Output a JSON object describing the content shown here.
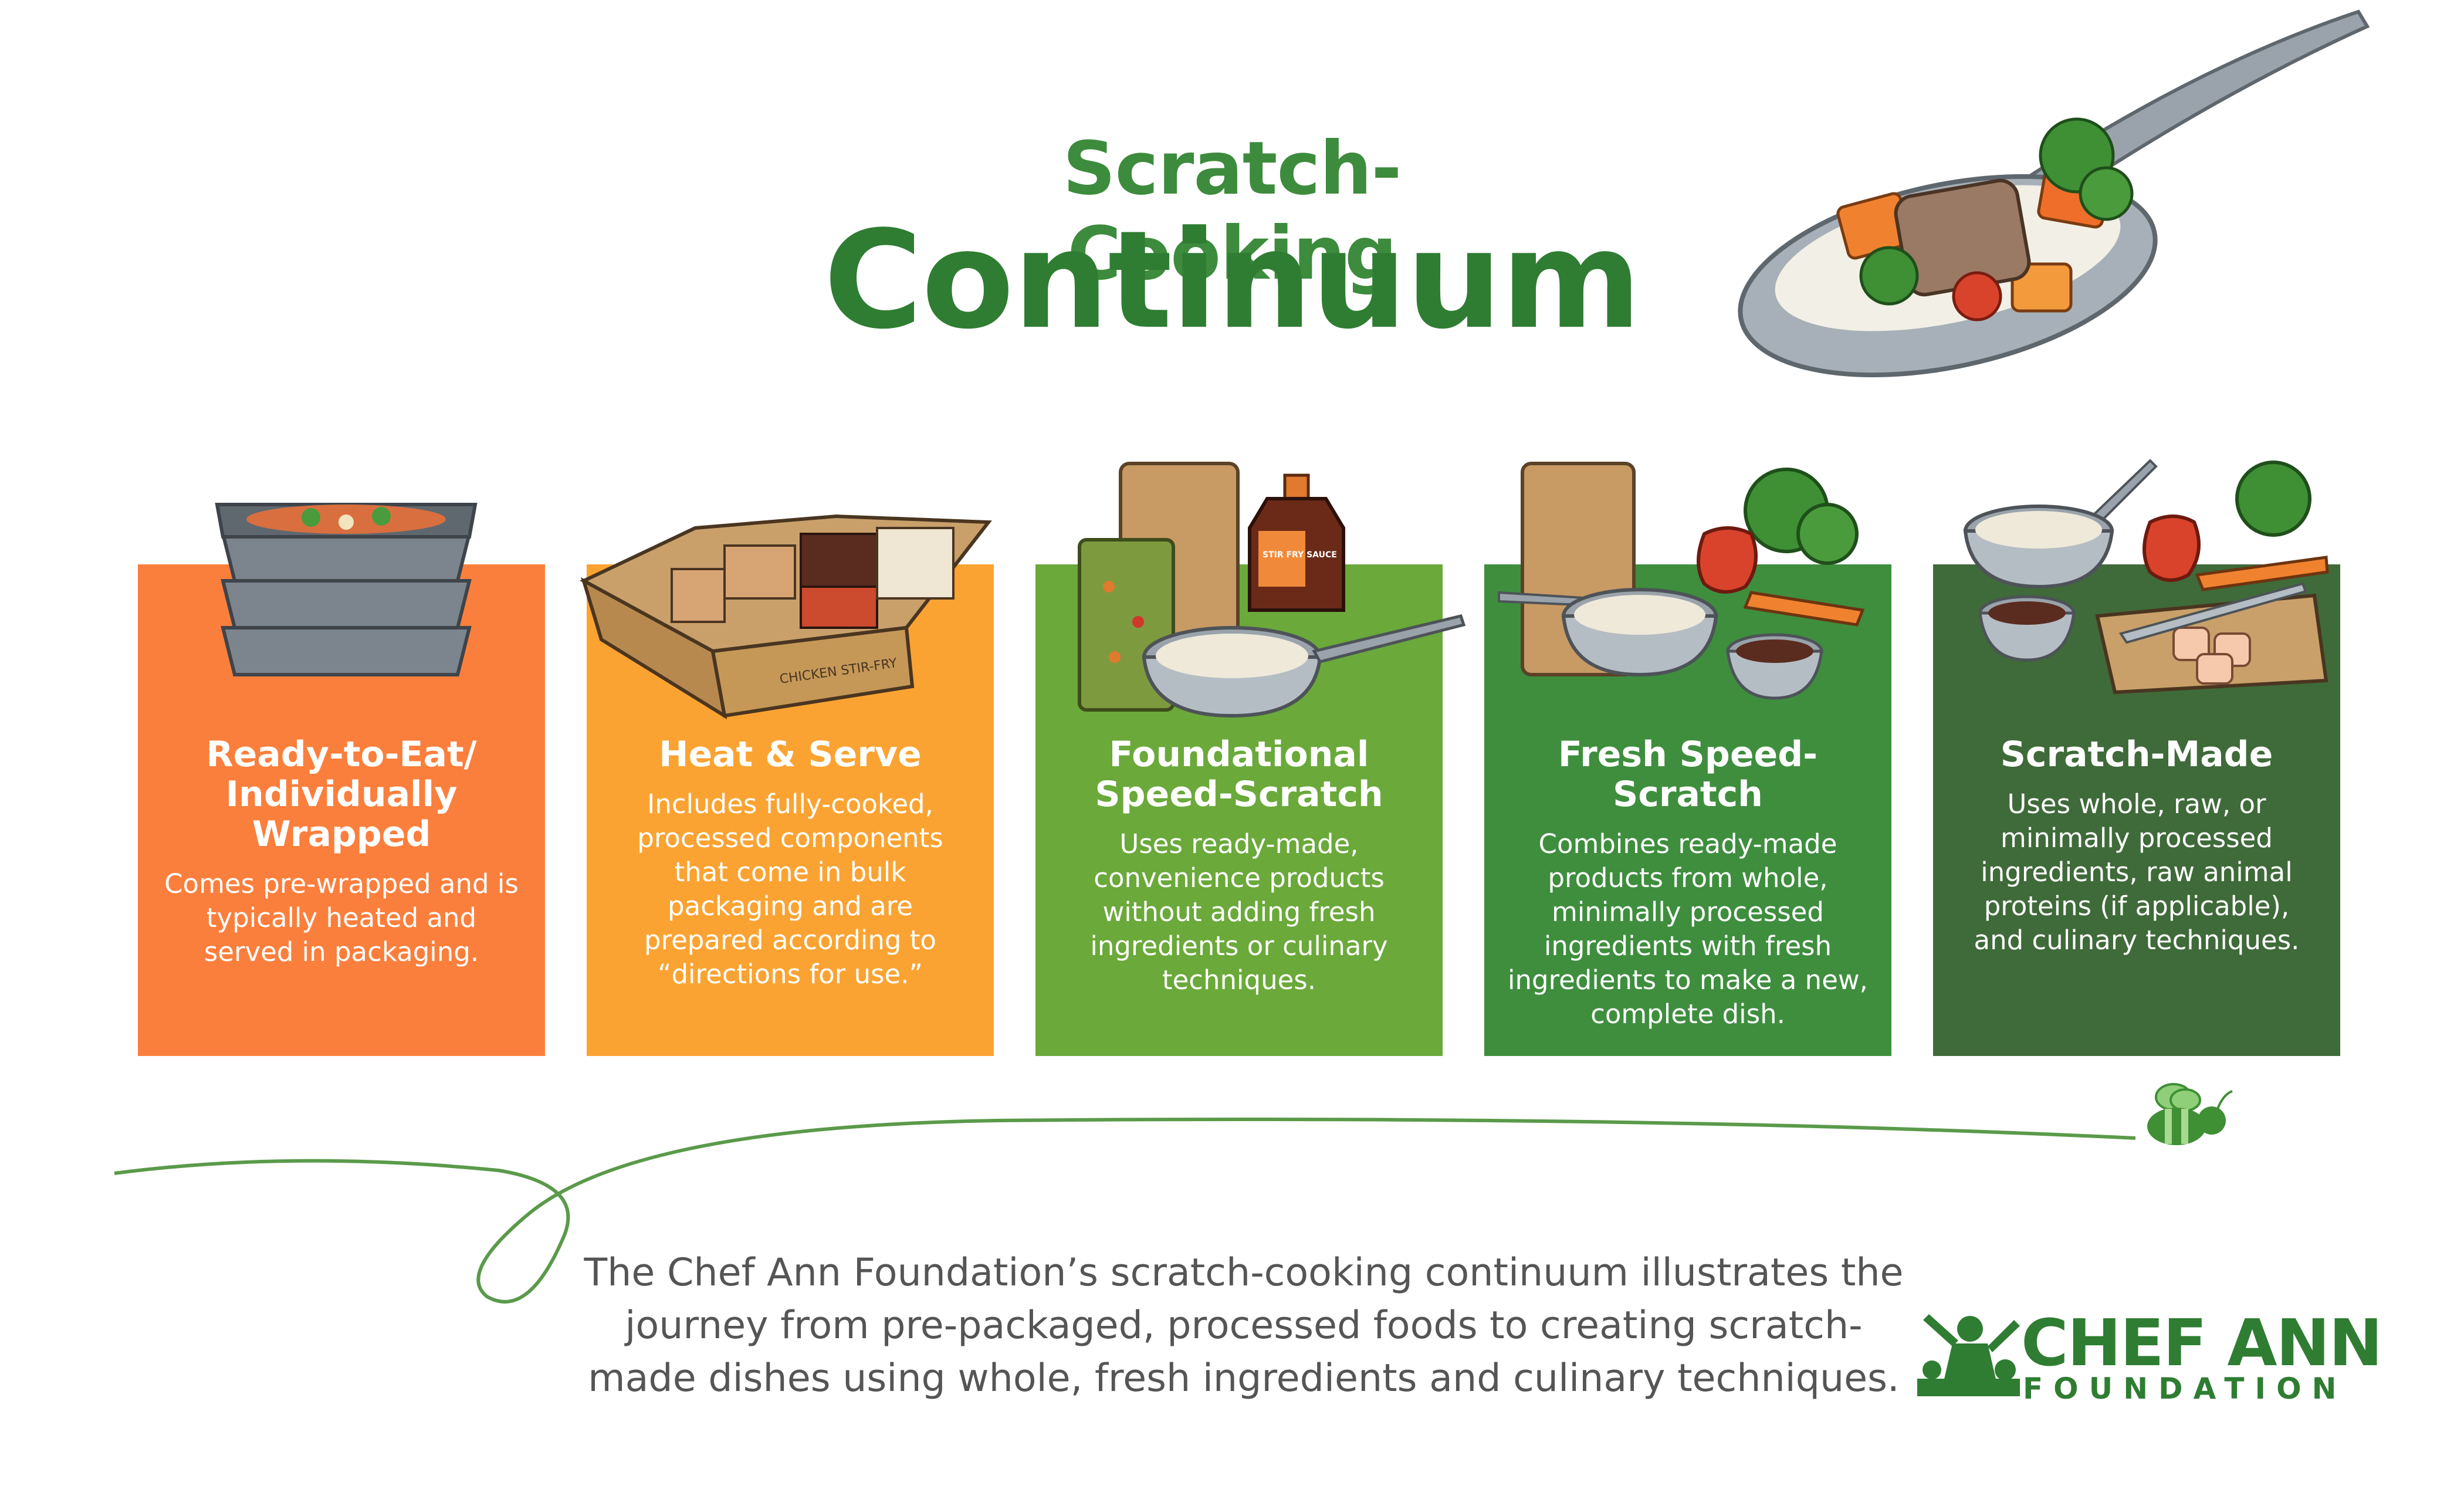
{
  "header": {
    "title_line1": "Scratch-Cooking",
    "title_line2": "Continuum"
  },
  "stages": [
    {
      "title": "Ready-to-Eat/ Individually Wrapped",
      "description": "Comes pre-wrapped and is typically heated and served in packaging.",
      "color": "#fb7f3c",
      "icon": "stacked-trays-icon"
    },
    {
      "title": "Heat & Serve",
      "description": "Includes fully-cooked, processed components that come in bulk packaging and are prepared according to “directions for use.”",
      "color": "#fba332",
      "icon": "bulk-box-icon",
      "box_label": "CHICKEN STIR-FRY"
    },
    {
      "title": "Foundational Speed-Scratch",
      "description": "Uses ready-made, convenience products without adding fresh ingredients or culinary techniques.",
      "color": "#6aa93a",
      "icon": "convenience-products-icon",
      "bottle_label": "STIR FRY SAUCE"
    },
    {
      "title": "Fresh Speed-Scratch",
      "description": "Combines ready-made products from whole, minimally processed ingredients with fresh ingredients to make a new, complete dish.",
      "color": "#3e8e3e",
      "icon": "fresh-ingredients-icon"
    },
    {
      "title": "Scratch-Made",
      "description": "Uses whole, raw, or minimally processed ingredients, raw animal proteins (if applicable), and culinary techniques.",
      "color": "#3f6a39",
      "icon": "cutting-board-icon"
    }
  ],
  "footer": {
    "text": "The Chef Ann Foundation’s scratch-cooking continuum illustrates the journey from pre-packaged, processed foods to creating scratch-made dishes using whole, fresh ingredients and culinary techniques."
  },
  "logo": {
    "name": "CHEF ANN",
    "subtitle": "FOUNDATION"
  },
  "colors": {
    "title_green": "#2f7d32",
    "line_green": "#5a9a4a",
    "text_gray": "#555555"
  }
}
